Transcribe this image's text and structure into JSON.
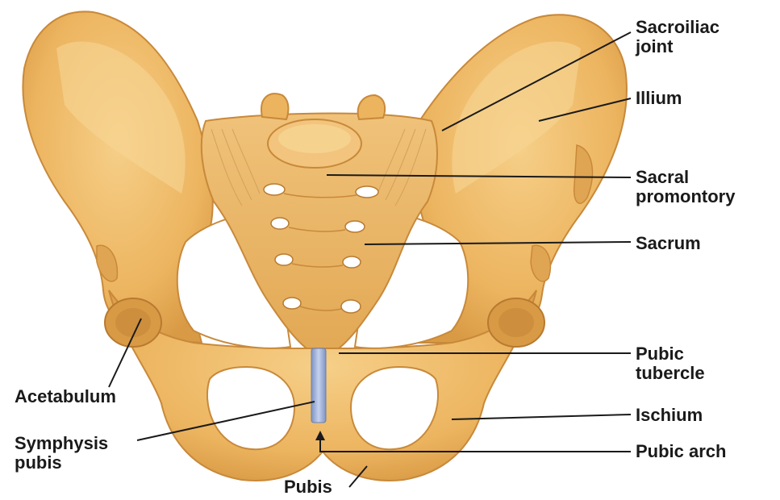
{
  "colors": {
    "bone": "#ecb45f",
    "bone_light": "#f6cf88",
    "bone_dark": "#c8893a",
    "cartilage": "#9fb3da",
    "line": "#1a1a1a"
  },
  "labels": {
    "sacroiliac_joint": [
      "Sacroiliac",
      "joint"
    ],
    "illium": "Illium",
    "sacral_promontory": [
      "Sacral",
      "promontory"
    ],
    "sacrum": "Sacrum",
    "pubic_tubercle": [
      "Pubic",
      "tubercle"
    ],
    "ischium": "Ischium",
    "pubic_arch": "Pubic arch",
    "acetabulum": "Acetabulum",
    "symphysis_pubis": [
      "Symphysis",
      "pubis"
    ],
    "pubis": "Pubis"
  }
}
